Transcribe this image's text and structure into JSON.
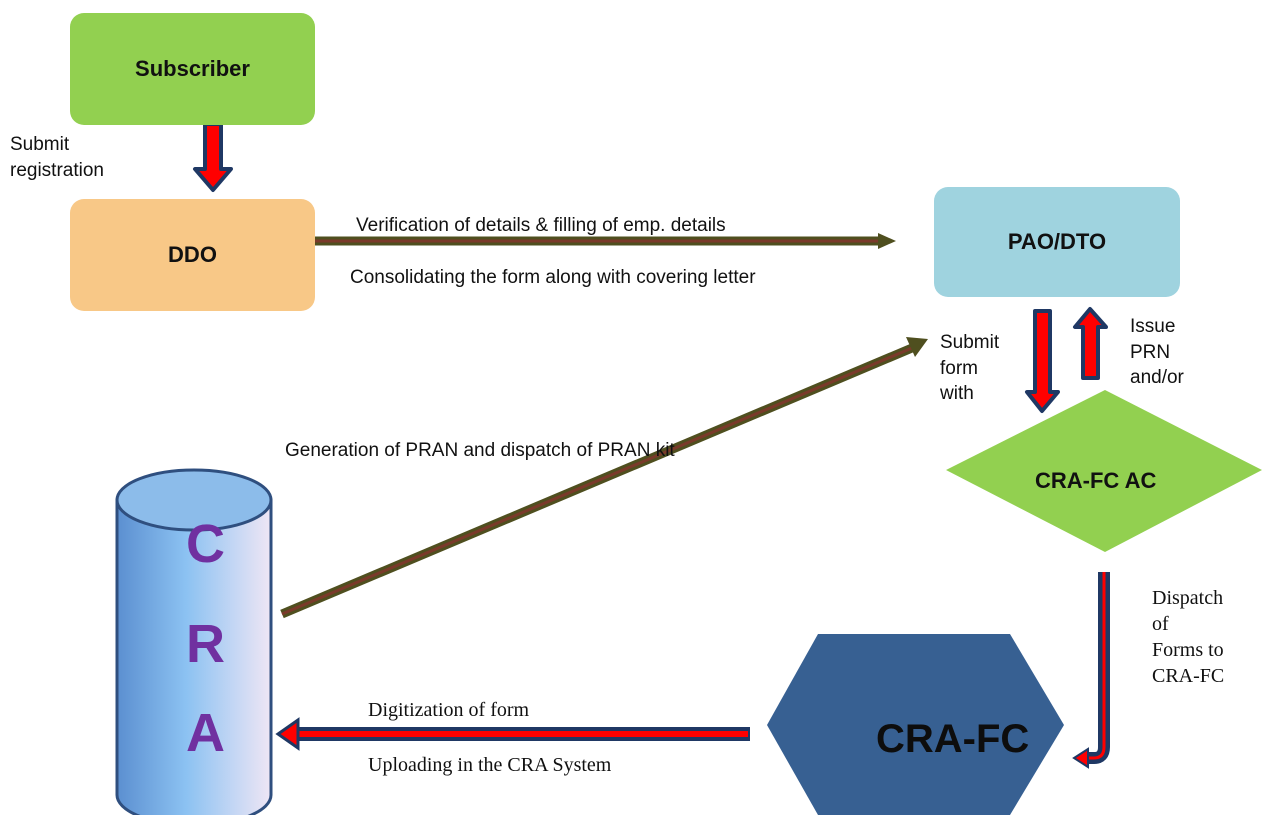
{
  "nodes": {
    "subscriber": "Subscriber",
    "ddo": "DDO",
    "pao_dto": "PAO/DTO",
    "cra_fc_ac": "CRA-FC AC",
    "cra_fc": "CRA-FC",
    "cra_letters": [
      "C",
      "R",
      "A"
    ]
  },
  "edges": {
    "subscriber_to_ddo": "Submit\nregistration",
    "ddo_to_pao_top": "Verification of details & filling of emp. details",
    "ddo_to_pao_bottom": "Consolidating the form along with covering letter",
    "cra_to_pao": "Generation of PRAN and dispatch of PRAN kit",
    "pao_to_crafcac": "Submit\nform\nwith",
    "crafcac_to_pao": "Issue\nPRN\nand/or",
    "crafcac_to_crafc": "Dispatch\nof\nForms to\nCRA-FC",
    "crafc_to_cra_top": "Digitization of form",
    "crafc_to_cra_bottom": "Uploading in the CRA System"
  },
  "colors": {
    "subscriber": "#92d050",
    "ddo": "#f8c887",
    "pao_dto": "#9fd3df",
    "cra_fc_ac": "#92d050",
    "cra_fc": "#376092",
    "cra_text": "#7030a0",
    "arrow_outline": "#1f3864",
    "arrow_fill": "#ff0000",
    "arrow_olive": "#4f4f1f"
  }
}
